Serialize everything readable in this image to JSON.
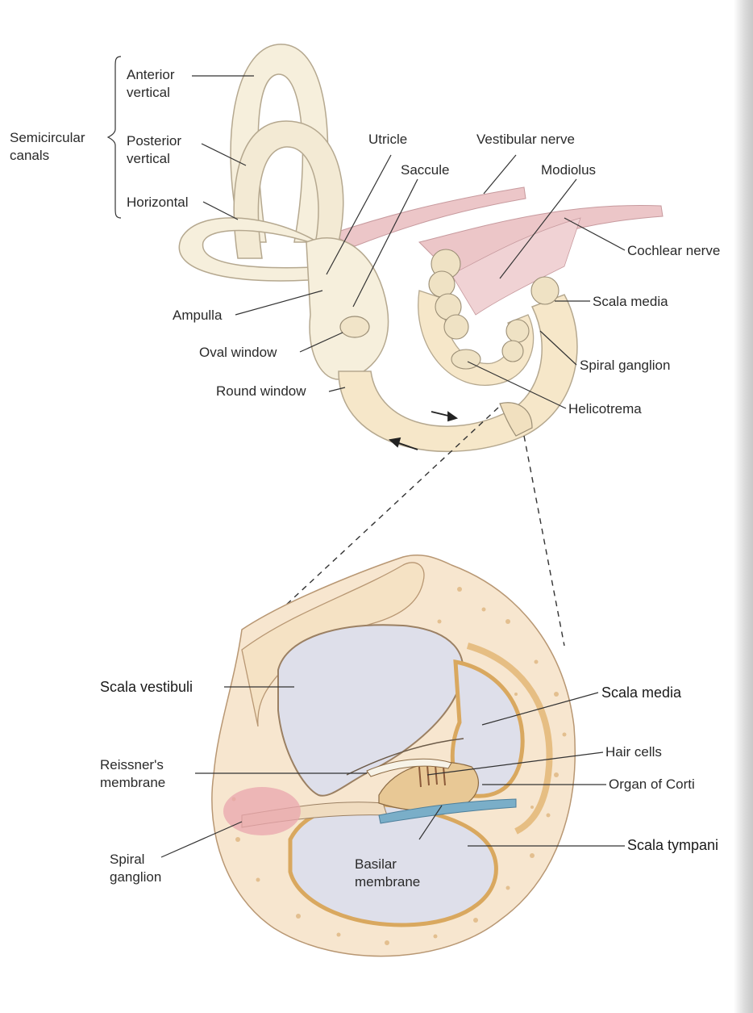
{
  "labels": {
    "semicircular_canals": "Semicircular\ncanals",
    "anterior_vertical": "Anterior\nvertical",
    "posterior_vertical": "Posterior\nvertical",
    "horizontal": "Horizontal",
    "utricle": "Utricle",
    "saccule": "Saccule",
    "vestibular_nerve": "Vestibular nerve",
    "modiolus": "Modiolus",
    "cochlear_nerve": "Cochlear nerve",
    "scala_media_top": "Scala media",
    "ampulla": "Ampulla",
    "oval_window": "Oval window",
    "round_window": "Round window",
    "spiral_ganglion_top": "Spiral ganglion",
    "helicotrema": "Helicotrema",
    "scala_vestibuli": "Scala vestibuli",
    "scala_media_bottom": "Scala media",
    "reissners_membrane": "Reissner's\nmembrane",
    "hair_cells": "Hair cells",
    "organ_of_corti": "Organ of Corti",
    "spiral_ganglion_bottom": "Spiral\nganglion",
    "basilar_membrane": "Basilar\nmembrane",
    "scala_tympani": "Scala tympani"
  },
  "colors": {
    "bone": "#f7e6cf",
    "canal": "#f6efdc",
    "canal_edge": "#b5a88f",
    "nerve": "#ecc6c8",
    "fluid": "#dedfea",
    "tissue": "#e3b676",
    "basilar": "#7aaec8",
    "ganglion": "#e9a6ad",
    "line": "#333333"
  }
}
